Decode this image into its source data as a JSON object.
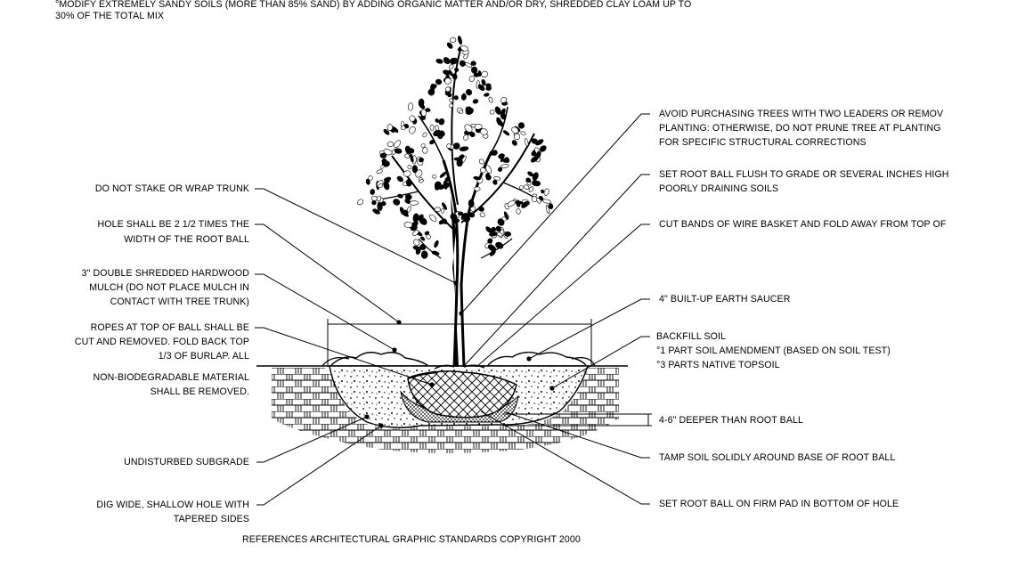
{
  "header_note": {
    "line1": "°MODIFY EXTREMELY SANDY SOILS (MORE THAN 85% SAND) BY ADDING ORGANIC MATTER AND/OR DRY, SHREDDED CLAY LOAM UP TO",
    "line2": "30% OF THE TOTAL MIX"
  },
  "left_labels": {
    "stake": "DO NOT STAKE  OR WRAP TRUNK",
    "hole_1": "HOLE SHALL BE 2 1/2 TIMES THE",
    "hole_2": "WIDTH  OF THE ROOT BALL",
    "mulch_1": "3\" DOUBLE SHREDDED HARDWOOD",
    "mulch_2": "MULCH (DO NOT PLACE MULCH IN",
    "mulch_3": "CONTACT WITH TREE TRUNK)",
    "ropes_1": "ROPES AT TOP OF BALL SHALL BE",
    "ropes_2": "CUT AND REMOVED.  FOLD BACK TOP",
    "ropes_3": "1/3 OF BURLAP.  ALL",
    "ropes_4": "NON-BIODEGRADABLE MATERIAL",
    "ropes_5": "SHALL BE REMOVED.",
    "subgrade": "UNDISTURBED SUBGRADE",
    "dig_1": "DIG WIDE, SHALLOW HOLE WITH",
    "dig_2": "TAPERED SIDES"
  },
  "right_labels": {
    "leaders_1": "AVOID PURCHASING TREES WITH TWO LEADERS OR REMOV",
    "leaders_2": "PLANTING: OTHERWISE, DO NOT PRUNE TREE AT PLANTING",
    "leaders_3": "FOR SPECIFIC STRUCTURAL CORRECTIONS",
    "flush_1": "SET ROOT BALL FLUSH TO GRADE OR SEVERAL INCHES HIGH",
    "flush_2": "POORLY DRAINING SOILS",
    "bands": "CUT BANDS OF WIRE BASKET AND FOLD AWAY FROM TOP OF",
    "saucer": "4\" BUILT-UP EARTH SAUCER",
    "backfill_1": "BACKFILL SOIL",
    "backfill_2": "°1 PART SOIL AMENDMENT (BASED ON SOIL TEST)",
    "backfill_3": "°3 PARTS NATIVE TOPSOIL",
    "deeper": "4-6\" DEEPER THAN ROOT BALL",
    "tamp": "TAMP SOIL SOLIDLY AROUND BASE OF ROOT BALL",
    "pad": "SET ROOT BALL ON FIRM PAD IN BOTTOM OF HOLE"
  },
  "footer": "REFERENCES ARCHITECTURAL GRAPHIC STANDARDS COPYRIGHT 2000"
}
